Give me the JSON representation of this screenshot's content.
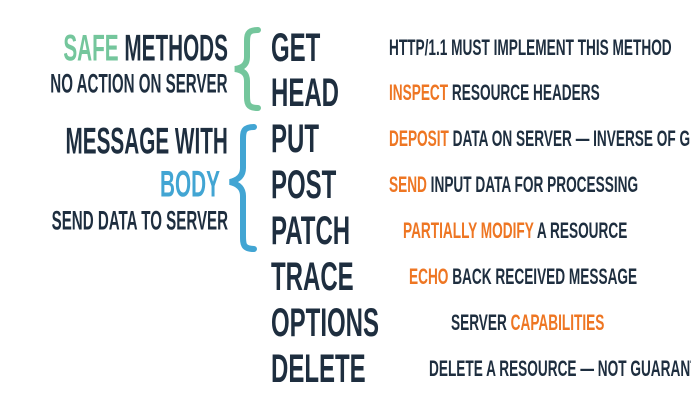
{
  "diagram": {
    "colors": {
      "text": "#1e2e3f",
      "highlight": "#ee7623",
      "green": "#74c69c",
      "blue": "#42a5d3",
      "background": "#ffffff"
    },
    "groups": [
      {
        "title_highlight": "SAFE",
        "title_rest": " METHODS",
        "subtitle": "NO ACTION ON SERVER"
      },
      {
        "title_line1": "MESSAGE WITH",
        "title_highlight": "BODY",
        "subtitle": "SEND DATA TO SERVER"
      }
    ],
    "rows": [
      {
        "method": "GET",
        "desc_pre": "HTTP/1.1 MUST IMPLEMENT THIS METHOD",
        "desc_highlight": "",
        "desc_post": ""
      },
      {
        "method": "HEAD",
        "desc_pre": "",
        "desc_highlight": "INSPECT",
        "desc_post": " RESOURCE HEADERS"
      },
      {
        "method": "PUT",
        "desc_pre": "",
        "desc_highlight": "DEPOSIT",
        "desc_post": " DATA ON SERVER — INVERSE OF GET"
      },
      {
        "method": "POST",
        "desc_pre": "",
        "desc_highlight": "SEND",
        "desc_post": " INPUT DATA FOR PROCESSING"
      },
      {
        "method": "PATCH",
        "desc_pre": "",
        "desc_highlight": "PARTIALLY MODIFY",
        "desc_post": " A RESOURCE"
      },
      {
        "method": "TRACE",
        "desc_pre": "",
        "desc_highlight": "ECHO",
        "desc_post": " BACK RECEIVED MESSAGE"
      },
      {
        "method": "OPTIONS",
        "desc_pre": "SERVER ",
        "desc_highlight": "CAPABILITIES",
        "desc_post": ""
      },
      {
        "method": "DELETE",
        "desc_pre": "DELETE A RESOURCE — NOT GUARANTEED",
        "desc_highlight": "",
        "desc_post": ""
      }
    ]
  }
}
